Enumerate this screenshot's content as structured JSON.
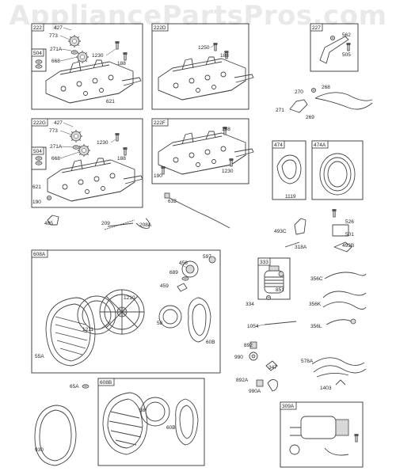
{
  "watermark": "AppliancePartsPros.com",
  "groups": [
    {
      "id": "g222",
      "tag": "222"
    },
    {
      "id": "g504a",
      "tag": "504"
    },
    {
      "id": "g222D",
      "tag": "222D"
    },
    {
      "id": "g227",
      "tag": "227"
    },
    {
      "id": "g222G",
      "tag": "222G"
    },
    {
      "id": "g504b",
      "tag": "504"
    },
    {
      "id": "g222F",
      "tag": "222F"
    },
    {
      "id": "g474",
      "tag": "474"
    },
    {
      "id": "g474A",
      "tag": "474A"
    },
    {
      "id": "g608A",
      "tag": "608A"
    },
    {
      "id": "g333",
      "tag": "333"
    },
    {
      "id": "g608B",
      "tag": "608B"
    },
    {
      "id": "g309A",
      "tag": "309A"
    }
  ],
  "labels": [
    "427",
    "773",
    "271A",
    "668",
    "1230",
    "188",
    "621",
    "1250",
    "188",
    "562",
    "505",
    "427",
    "773",
    "271A",
    "668",
    "1230",
    "188",
    "621",
    "190",
    "188",
    "190",
    "1230",
    "270",
    "268",
    "271",
    "269",
    "1119",
    "632",
    "485",
    "209",
    "208A",
    "526",
    "501",
    "493C",
    "318A",
    "493B",
    "456",
    "597",
    "689",
    "459",
    "1210",
    "1211",
    "58",
    "60B",
    "55A",
    "334",
    "851",
    "356C",
    "356K",
    "1054",
    "356L",
    "892",
    "990",
    "347",
    "578A",
    "892A",
    "990A",
    "1403",
    "65A",
    "58",
    "60B",
    "930"
  ]
}
